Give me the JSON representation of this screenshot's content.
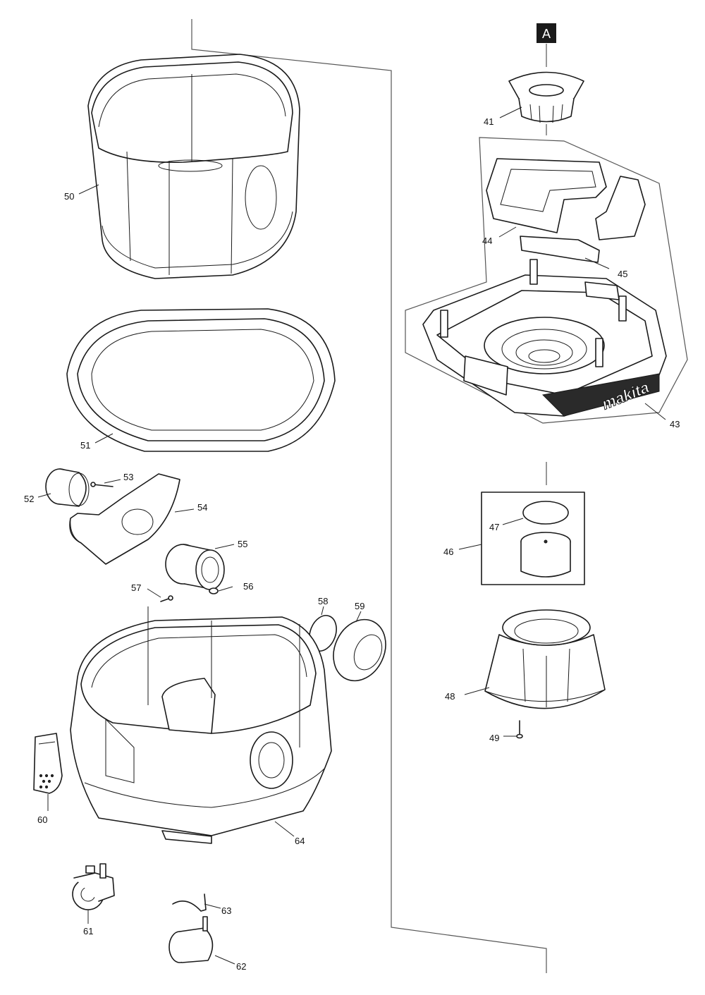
{
  "section_marker": "A",
  "brand_text": "makita",
  "part_numbers": {
    "p41": "41",
    "p43": "43",
    "p44": "44",
    "p45": "45",
    "p46": "46",
    "p47": "47",
    "p48": "48",
    "p49": "49",
    "p50": "50",
    "p51": "51",
    "p52": "52",
    "p53": "53",
    "p54": "54",
    "p55": "55",
    "p56": "56",
    "p57": "57",
    "p58": "58",
    "p59": "59",
    "p60": "60",
    "p61": "61",
    "p62": "62",
    "p63": "63",
    "p64": "64"
  }
}
